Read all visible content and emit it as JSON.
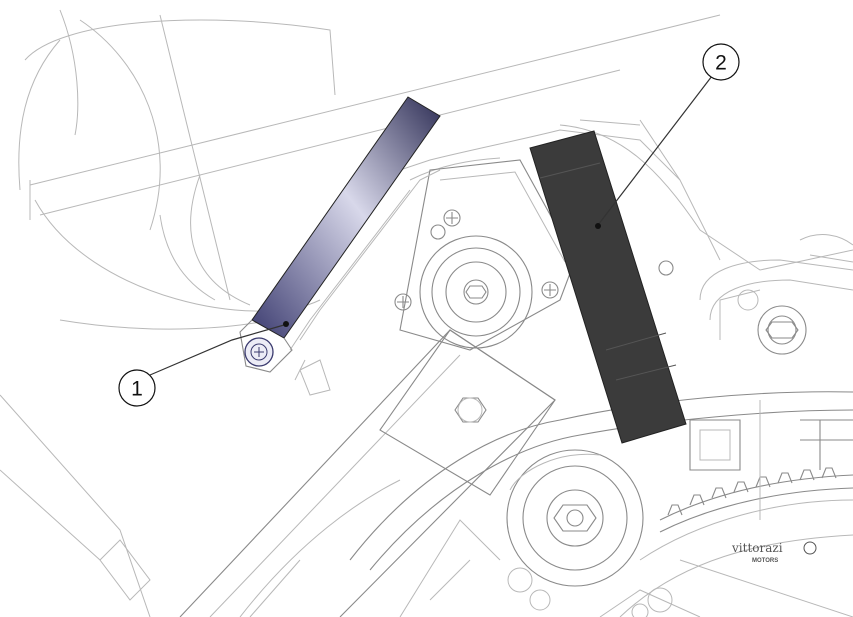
{
  "callouts": [
    {
      "number": "1"
    },
    {
      "number": "2"
    }
  ],
  "logo": {
    "brand": "vittorazi",
    "sub": "MOTORS"
  },
  "colors": {
    "part1_gradient_start": "#3a3a6e",
    "part1_gradient_end": "#e8e8f2",
    "part2_fill": "#3b3b3b",
    "linework": "#b8b8b8"
  }
}
